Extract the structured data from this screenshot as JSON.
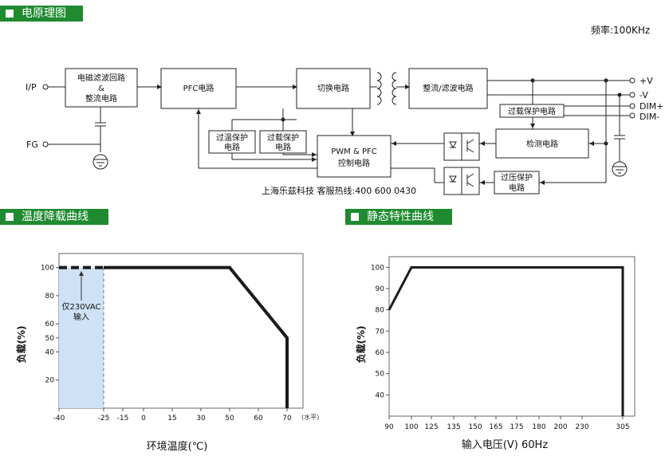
{
  "block_diagram": {
    "header": "电原理图",
    "frequency": "频率:100KHz",
    "hotline": "上海乐兹科技 客服热线:400 600 0430",
    "inputs": {
      "ip": "I/P",
      "fg": "FG"
    },
    "outputs": {
      "vpos": "+V",
      "vneg": "-V",
      "dim_pos": "DIM+",
      "dim_neg": "DIM-"
    },
    "blocks": {
      "emi_line1": "电磁滤波回路",
      "emi_line2": "&",
      "emi_line3": "整流电路",
      "pfc": "PFC电路",
      "switch": "切换电路",
      "rect_line": "整流/滤波电路",
      "overload_dim": "过载保护电路",
      "otp_line1": "过温保护",
      "otp_line2": "电路",
      "olp_line1": "过载保护",
      "olp_line2": "电路",
      "pwm_line1": "PWM & PFC",
      "pwm_line2": "控制电路",
      "detect": "检测电路",
      "ovp_line1": "过压保护",
      "ovp_line2": "电路"
    }
  },
  "derating": {
    "header": "温度降载曲线",
    "ylabel": "负载(%)",
    "xlabel": "环境温度(℃)",
    "x_unit": "(水平)",
    "note_line1": "仅230VAC",
    "note_line2": "输入"
  },
  "static": {
    "header": "静态特性曲线",
    "ylabel": "负载(%)",
    "xlabel": "输入电压(V) 60Hz"
  },
  "chart_data": [
    {
      "type": "line",
      "title": "温度降载曲线",
      "xlabel": "环境温度(℃)",
      "ylabel": "负载(%)",
      "x_ticks": [
        "-40",
        "-25",
        "-15",
        "0",
        "15",
        "30",
        "50",
        "60",
        "70"
      ],
      "y_ticks": [
        "20",
        "40",
        "50",
        "60",
        "80",
        "100"
      ],
      "xlim": [
        -40,
        80
      ],
      "ylim": [
        0,
        110
      ],
      "series": [
        {
          "style": "dashed",
          "x": [
            -40,
            -25
          ],
          "y": [
            100,
            100
          ]
        },
        {
          "style": "solid",
          "x": [
            -25,
            50,
            70,
            70
          ],
          "y": [
            100,
            100,
            50,
            0
          ]
        }
      ],
      "annotations": [
        "仅230VAC 输入"
      ],
      "shaded_region": {
        "x": [
          -40,
          -25
        ],
        "color": "#cfe2f5"
      }
    },
    {
      "type": "line",
      "title": "静态特性曲线",
      "xlabel": "输入电压(V) 60Hz",
      "ylabel": "负载(%)",
      "x_ticks": [
        "90",
        "100",
        "125",
        "135",
        "150",
        "165",
        "175",
        "180",
        "200",
        "230",
        "305"
      ],
      "y_ticks": [
        "40",
        "50",
        "60",
        "70",
        "80",
        "90",
        "100"
      ],
      "ylim": [
        30,
        105
      ],
      "series": [
        {
          "style": "solid",
          "x": [
            90,
            100,
            305,
            305
          ],
          "y": [
            80,
            100,
            100,
            30
          ]
        }
      ]
    }
  ]
}
